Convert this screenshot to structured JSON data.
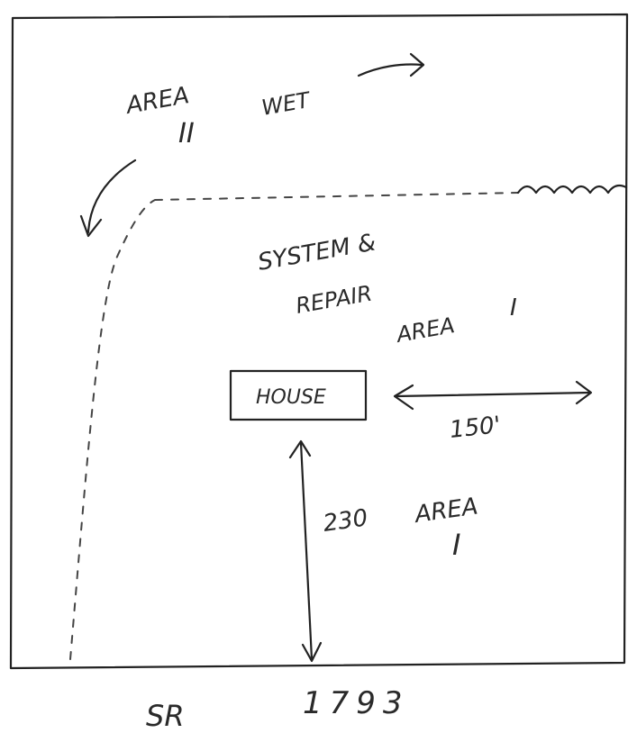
{
  "labels": {
    "area_ii_word": "AREA",
    "area_ii_numeral": "II",
    "wet": "WET",
    "system_line1": "SYSTEM &",
    "system_line2": "REPAIR",
    "area_i_top_word": "AREA",
    "area_i_top_numeral": "I",
    "house": "HOUSE",
    "distance_side": "150'",
    "distance_road": "230",
    "area_i_bottom_word": "AREA",
    "area_i_bottom_numeral": "I",
    "road_prefix": "SR",
    "road_number": "1793"
  }
}
